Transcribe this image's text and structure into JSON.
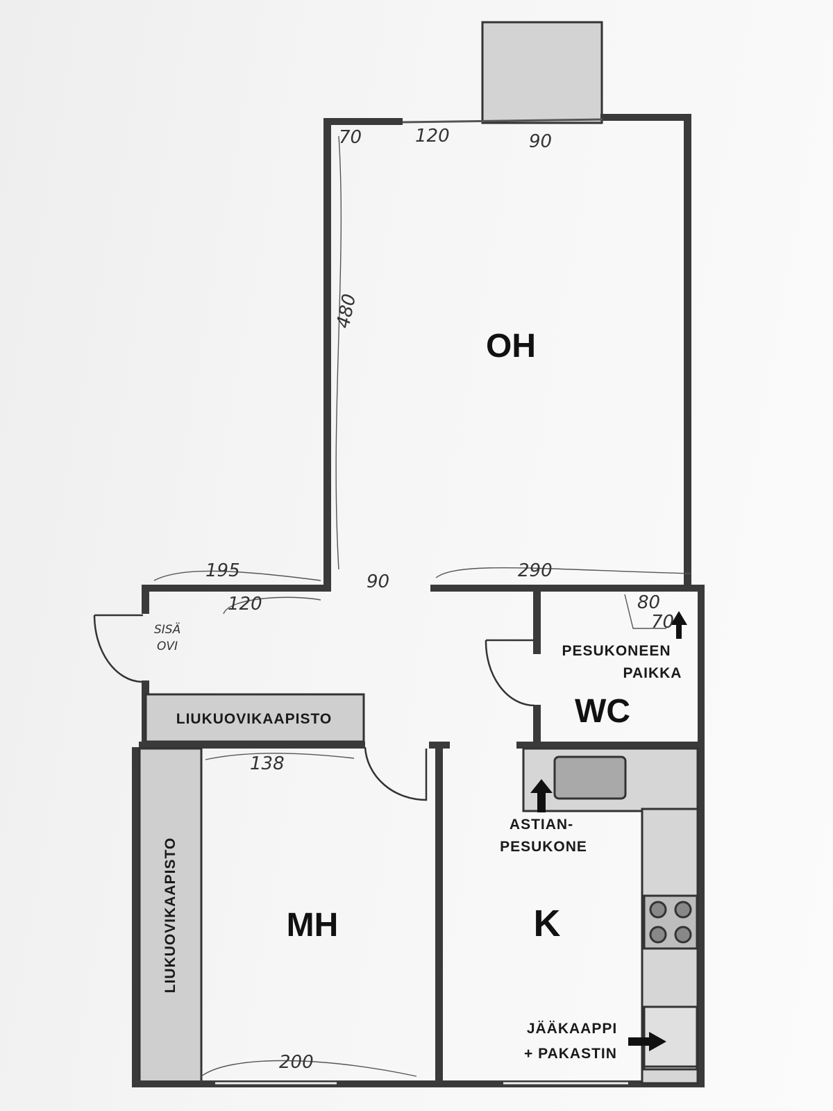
{
  "rooms": {
    "living": "OH",
    "bedroom": "MH",
    "kitchen": "K",
    "toilet": "WC"
  },
  "labels": {
    "wardrobe_hall": "LIUKUOVIKAAPISTO",
    "wardrobe_bedroom": "LIUKUOVIKAAPISTO",
    "washer_line1": "PESUKONEEN",
    "washer_line2": "PAIKKA",
    "dishwasher_line1": "ASTIAN-",
    "dishwasher_line2": "PESUKONE",
    "fridge_line1": "JÄÄKAAPPI",
    "fridge_line2": "+ PAKASTIN"
  },
  "handwritten": {
    "top_left": "70",
    "top_window": "120",
    "top_right": "90",
    "left_height": "480",
    "hall_width": "195",
    "opening": "90",
    "oh_bottom": "290",
    "hall_door": "120",
    "entrance_line1": "SISÄ",
    "entrance_line2": "OVI",
    "wc_width": "80",
    "wc_depth": "70",
    "mh_top": "138",
    "mh_bottom": "200"
  },
  "colors": {
    "wall": "#3a3a3a",
    "cabinet": "#cfcfcf",
    "sink": "#a9a9a9",
    "balcony": "#d3d3d3"
  }
}
